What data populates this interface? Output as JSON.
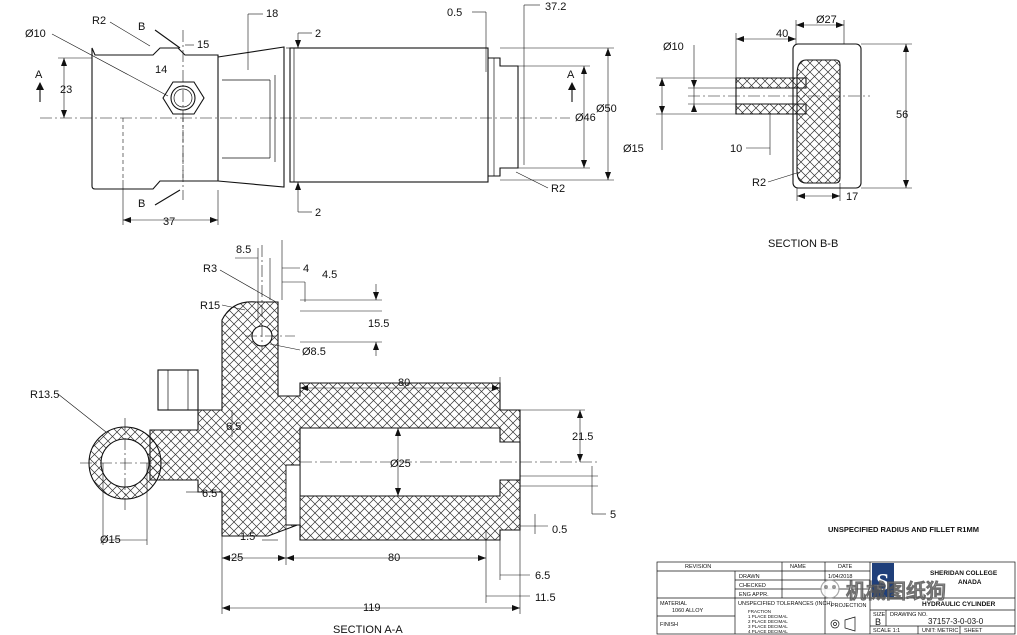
{
  "views": {
    "section_bb": {
      "title": "SECTION B-B"
    },
    "section_aa": {
      "title": "SECTION A-A"
    }
  },
  "dims_top": {
    "r2_top": "R2",
    "b_top": "B",
    "b_bottom": "B",
    "d10": "Ø10",
    "d15": "15",
    "d14": "14",
    "d23": "23",
    "a_left": "A",
    "a_right": "A",
    "d37": "37",
    "d18": "18",
    "d2_top": "2",
    "d2_bottom": "2",
    "d05": "0.5",
    "d372": "37.2",
    "d46": "Ø46",
    "d50": "Ø50",
    "r2_right": "R2"
  },
  "dims_bb": {
    "d27": "Ø27",
    "d40": "40",
    "d10": "Ø10",
    "d56": "56",
    "d15": "Ø15",
    "d10b": "10",
    "r2": "R2",
    "d17": "17"
  },
  "dims_aa": {
    "d85": "8.5",
    "r3": "R3",
    "d4": "4",
    "d45": "4.5",
    "r15": "R15",
    "d155": "15.5",
    "d85b": "Ø8.5",
    "d80_top": "80",
    "r135": "R13.5",
    "d65_a": "6.5",
    "d215": "21.5",
    "d25": "Ø25",
    "d65_b": "6.5",
    "d5": "5",
    "d05": "0.5",
    "d15circle": "Ø15",
    "d15b": "1.5",
    "d25b": "25",
    "d80_bottom": "80",
    "d65_c": "6.5",
    "d115": "11.5",
    "d119": "119"
  },
  "notes": {
    "unspecified": "UNSPECIFIED RADIUS AND FILLET R1MM"
  },
  "title_block": {
    "revision": "REVISION",
    "name": "NAME",
    "date": "DATE",
    "drawn": "DRAWN",
    "checked": "CHECKED",
    "eng_appr": "ENG APPR.",
    "drawn_date": "1/04/2018",
    "company": "SHERIDAN COLLEGE",
    "country": "ANADA",
    "material_label": "MATERIAL",
    "material_value": "1060 ALLOY",
    "finish": "FINISH",
    "tolerances": "UNSPECIFIED TOLERANCES (INCH)",
    "fraction": "FRACTION",
    "decimal1": "1 PLACE DECIMAL",
    "decimal2": "2 PLACE DECIMAL",
    "decimal3": "3 PLACE DECIMAL",
    "decimal4": "4 PLACE DECIMAL",
    "projection": "PROJECTION",
    "part_title": "HYDRAULIC CYLINDER",
    "size_label": "SIZE",
    "size_value": "B",
    "drawing_no_label": "DRAWING NO.",
    "drawing_no": "37157-3-0-03-0",
    "scale": "SCALE 1:1",
    "unit": "UNIT: METRIC",
    "sheet": "SHEET",
    "logo_letter": "S"
  },
  "watermark": {
    "text": "机械图纸狗"
  }
}
